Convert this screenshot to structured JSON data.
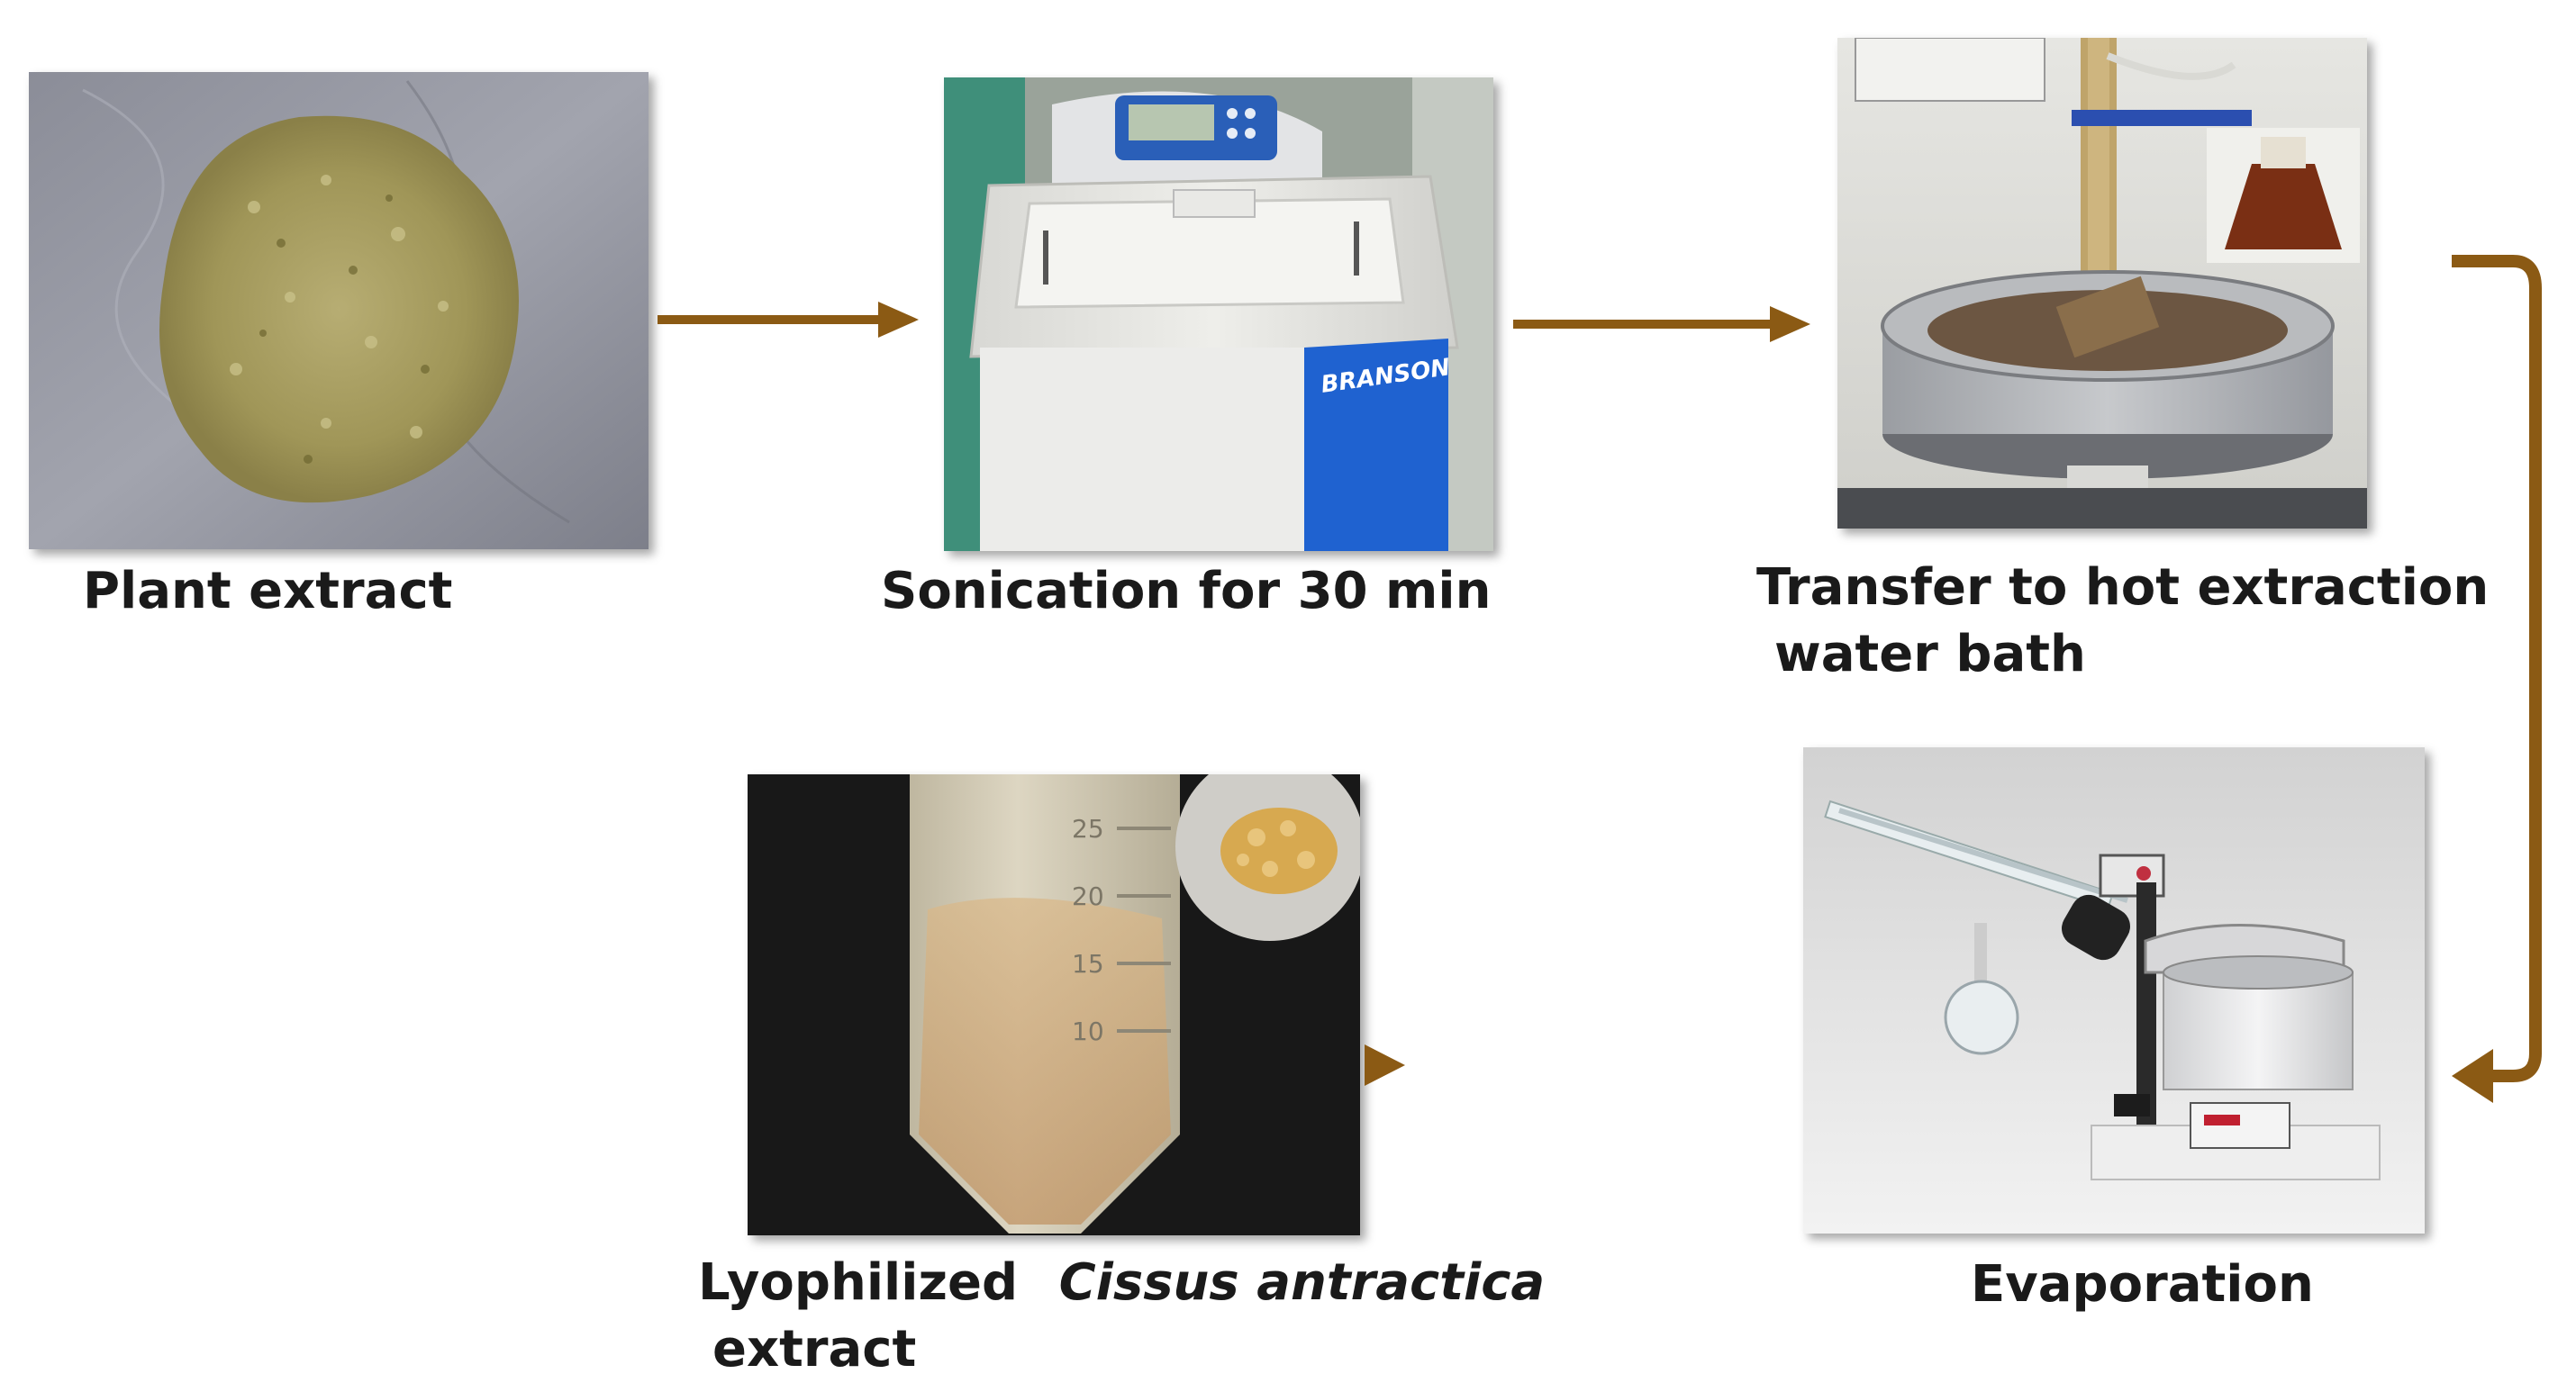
{
  "steps": {
    "plant_extract": {
      "label": "Plant extract"
    },
    "sonication": {
      "label": "Sonication for 30 min",
      "device_brand": "BRANSON"
    },
    "hot_extraction": {
      "label_line1": "Transfer to hot extraction",
      "label_line2": "water bath"
    },
    "evaporation": {
      "label": "Evaporation"
    },
    "lyophilized": {
      "label_word1": "Lyophilized",
      "label_species": "Cissus antractica",
      "label_line2": "extract",
      "tube_graduations": [
        "25",
        "20",
        "15",
        "10"
      ]
    }
  },
  "colors": {
    "arrow": "#8B5A14",
    "label_text": "#1a1a1a"
  }
}
